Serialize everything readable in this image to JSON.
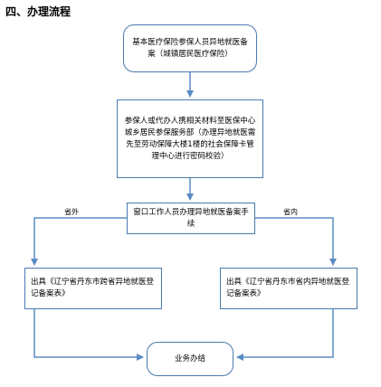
{
  "heading": "四、办理流程",
  "nodes": {
    "start": "基本医疗保险参保人员异地就医备案（城镇居民医疗保险）",
    "submit": "参保人或代办人携相关材料至医保中心城乡居民参保服务部（办理异地就医需先至劳动保障大楼1楼的社会保障卡管理中心进行密码校验）",
    "window": "窗口工作人员办理异地就医备案手续",
    "cross_province": "出具《辽宁省丹东市跨省异地就医登记备案表》",
    "in_province": "出具《辽宁省丹东市省内异地就医登记备案表》",
    "done": "业务办结"
  },
  "branches": {
    "left": "省外",
    "right": "省内"
  },
  "colors": {
    "border": "#4a7ab0",
    "line": "#5b8bc4"
  }
}
